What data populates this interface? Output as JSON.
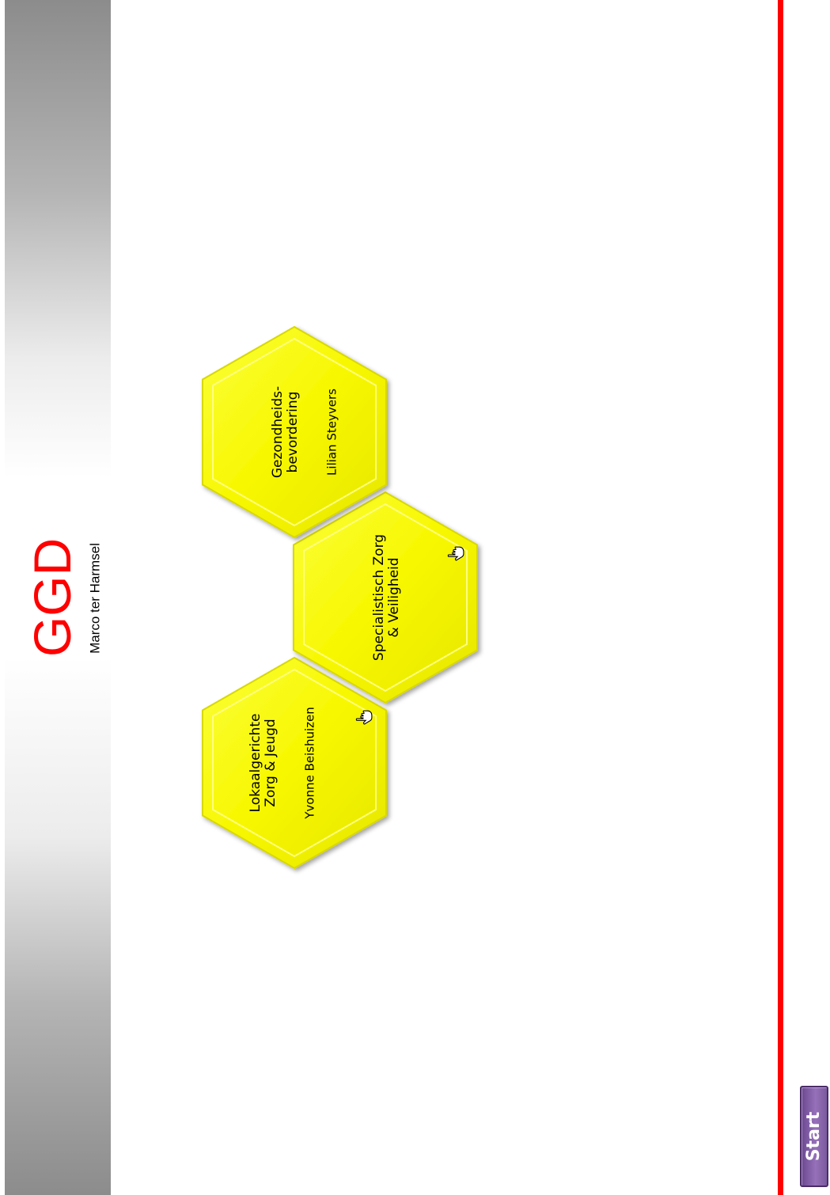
{
  "header": {
    "title": "GGD",
    "subtitle": "Marco ter Harmsel"
  },
  "hexagons": [
    {
      "title_lines": [
        "Lokaalgerichte",
        "Zorg & Jeugd"
      ],
      "person": "Yvonne Beishuizen",
      "has_link": true
    },
    {
      "title_lines": [
        "Specialistisch Zorg",
        "& Veiligheid"
      ],
      "person": "",
      "has_link": true
    },
    {
      "title_lines": [
        "Gezondheids-",
        "bevordering"
      ],
      "person": "Lilian Steyvers",
      "has_link": false
    }
  ],
  "navigation": {
    "start_label": "Start"
  },
  "colors": {
    "title": "#ff0000",
    "accent_line": "#ff0000",
    "hexagon_fill": "#f7f700",
    "start_button": "#8a63b0"
  },
  "icons": {
    "link_cursor": "hand-pointer-icon"
  }
}
